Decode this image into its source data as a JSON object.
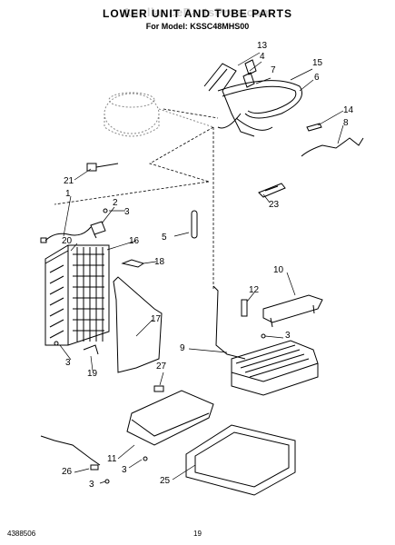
{
  "header": {
    "watermark": "AppliancePartsPros.com",
    "title": "LOWER UNIT AND TUBE PARTS",
    "model_line": "For Model: KSSC48MHS00"
  },
  "callouts": {
    "c1": "1",
    "c2": "2",
    "c3a": "3",
    "c3b": "3",
    "c3c": "3",
    "c3d": "3",
    "c3e": "3",
    "c4": "4",
    "c5": "5",
    "c6": "6",
    "c7": "7",
    "c8": "8",
    "c9": "9",
    "c10": "10",
    "c11": "11",
    "c12": "12",
    "c13": "13",
    "c14": "14",
    "c15": "15",
    "c16": "16",
    "c17": "17",
    "c18": "18",
    "c19": "19",
    "c20": "20",
    "c21": "21",
    "c23": "23",
    "c25": "25",
    "c26": "26",
    "c27": "27"
  },
  "footer": {
    "doc_number": "4388506",
    "page_number": "19"
  }
}
